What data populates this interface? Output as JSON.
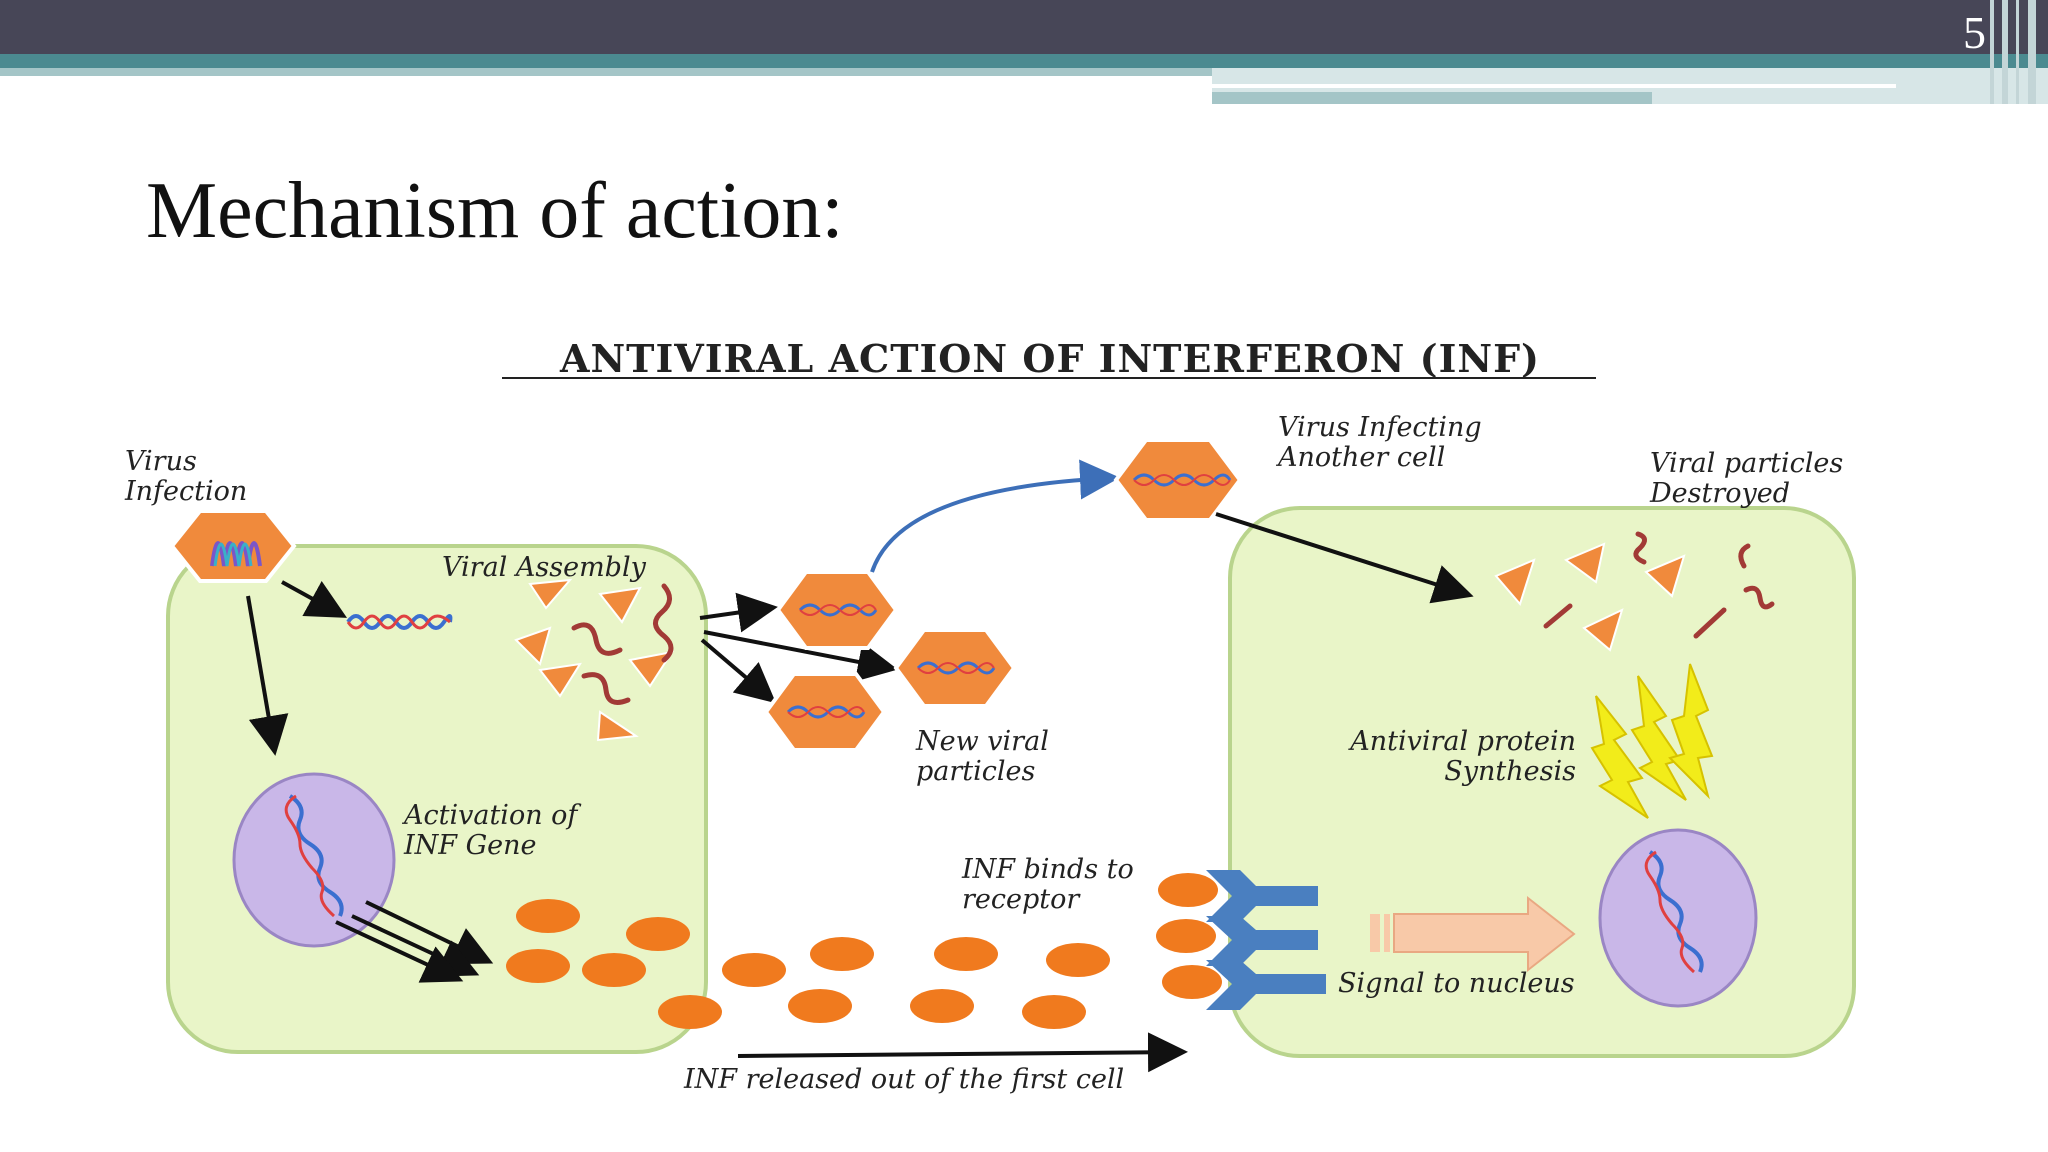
{
  "slide": {
    "number": "5",
    "title": "Mechanism of action:"
  },
  "diagram": {
    "title": "ANTIVIRAL ACTION OF INTERFERON (INF)",
    "labels": {
      "virus_infection_1": "Virus",
      "virus_infection_2": "Infection",
      "viral_assembly": "Viral Assembly",
      "activation_1": "Activation of",
      "activation_2": "INF Gene",
      "new_viral_1": "New viral",
      "new_viral_2": "particles",
      "infecting_1": "Virus  Infecting",
      "infecting_2": "Another cell",
      "destroyed_1": "Viral particles",
      "destroyed_2": "Destroyed",
      "antiviral_1": "Antiviral protein",
      "antiviral_2": "Synthesis",
      "binds_1": "INF binds to",
      "binds_2": "receptor",
      "signal": "Signal to nucleus",
      "released": "INF released out of the first cell"
    },
    "colors": {
      "cell_fill": "#e9f5c8",
      "cell_stroke": "#b9d48d",
      "virus": "#f08a3c",
      "interferon": "#f07a1e",
      "nucleus": "#c9b7e8",
      "receptor": "#4a7fc0",
      "antiviral_protein": "#f2ec1a",
      "signal_arrow": "#f8c9a8"
    }
  }
}
